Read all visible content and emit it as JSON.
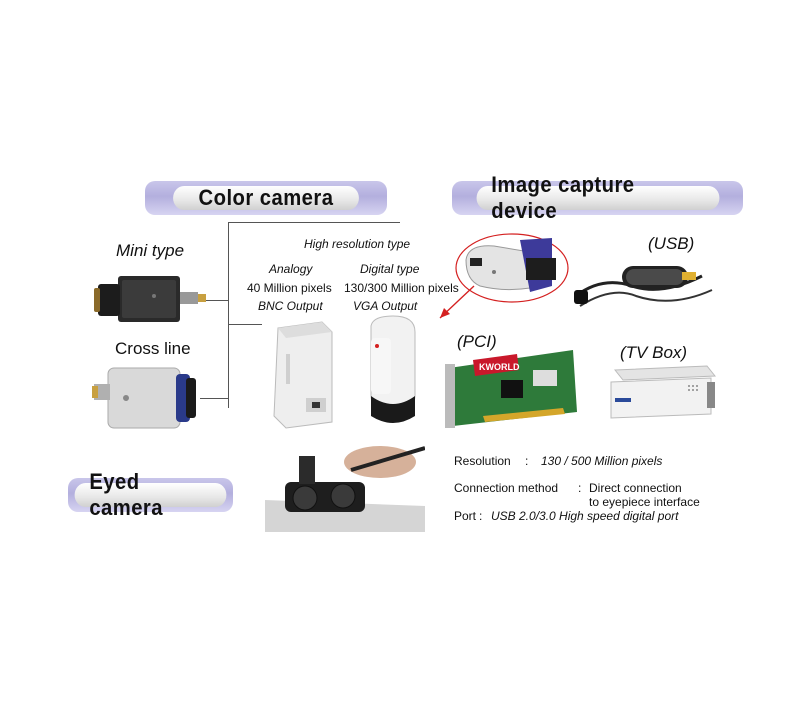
{
  "banners": {
    "color_camera": "Color camera",
    "image_capture": "Image capture device",
    "eyed_camera": "Eyed camera"
  },
  "color_camera": {
    "mini_type": "Mini type",
    "cross_line": "Cross line",
    "high_resolution_type": "High resolution type",
    "analogy": {
      "type": "Analogy",
      "pixels": "40 Million pixels",
      "output": "BNC Output"
    },
    "digital": {
      "type": "Digital type",
      "pixels": "130/300 Million pixels",
      "output": "VGA Output"
    }
  },
  "capture": {
    "usb": "(USB)",
    "pci": "(PCI)",
    "tv_box": "(TV Box)",
    "pci_brand": "KWORLD"
  },
  "specs": {
    "resolution_label": "Resolution",
    "resolution_sep": ":",
    "resolution_value": "130 / 500 Million pixels",
    "connection_label": "Connection method",
    "connection_sep": ":",
    "connection_value_1": "Direct connection",
    "connection_value_2": "to eyepiece interface",
    "port_label": "Port",
    "port_sep": ":",
    "port_value": "USB 2.0/3.0 High speed digital port"
  },
  "colors": {
    "banner_lavender": "#b3afde",
    "annotation_red": "#d42020"
  }
}
